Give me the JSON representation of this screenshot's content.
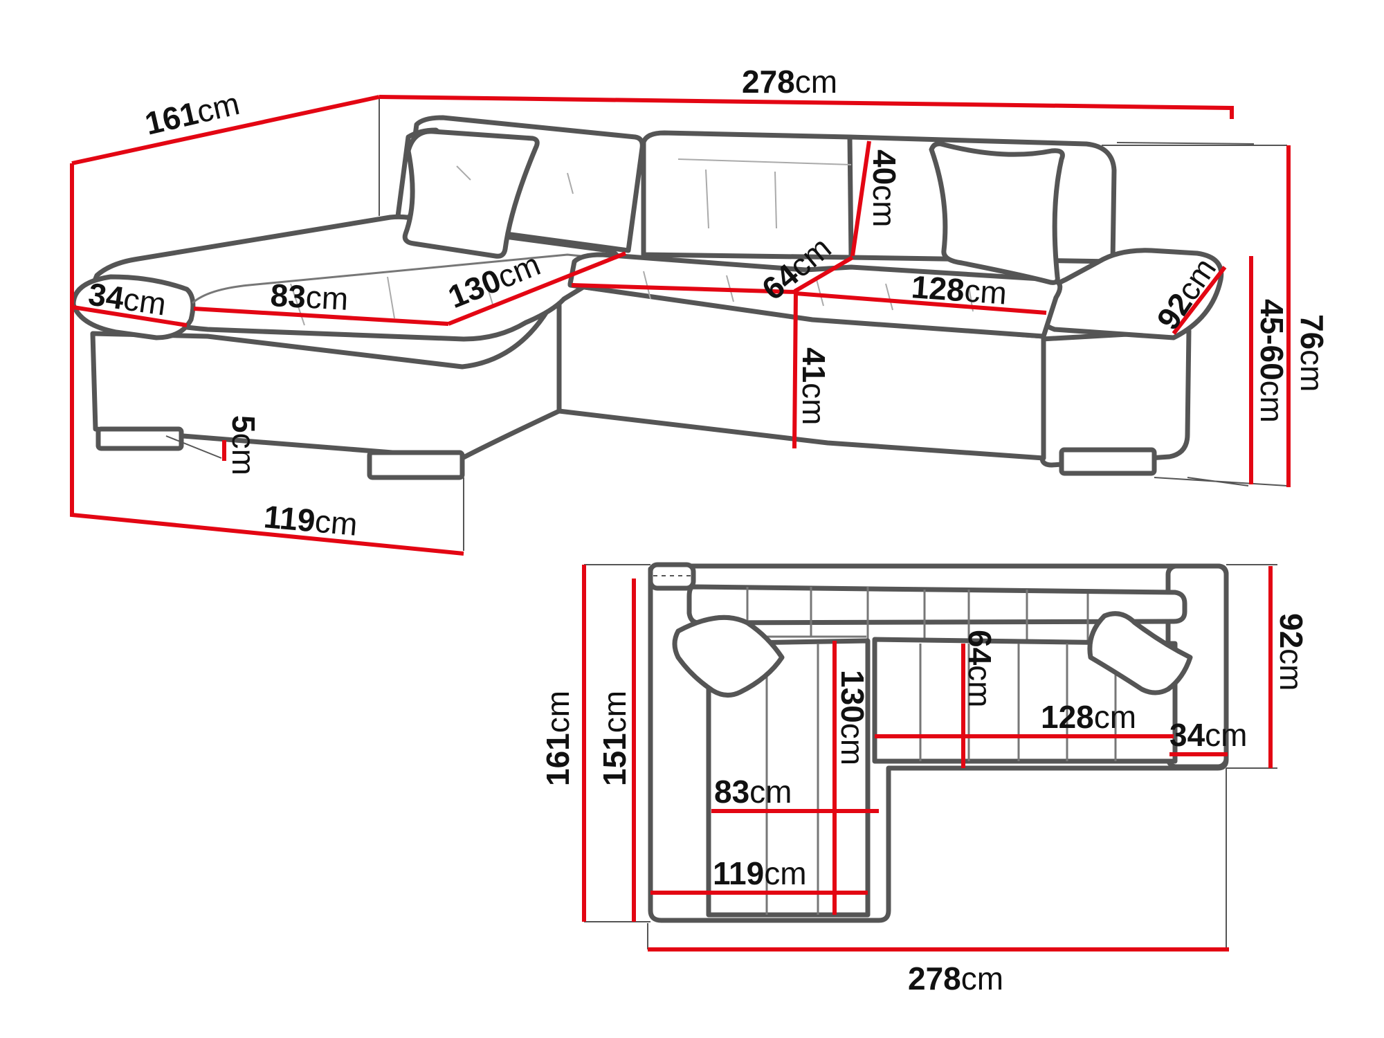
{
  "unit": "cm",
  "colors": {
    "dimension_line": "#e30613",
    "sofa_outline": "#555555",
    "text": "#111111"
  },
  "perspective_view": {
    "labels": [
      {
        "id": "width-total",
        "value": "278"
      },
      {
        "id": "depth-total",
        "value": "161"
      },
      {
        "id": "backrest-height",
        "value": "40"
      },
      {
        "id": "armrest-width-left",
        "value": "34"
      },
      {
        "id": "chaise-seat-width",
        "value": "83"
      },
      {
        "id": "chaise-seat-length",
        "value": "130"
      },
      {
        "id": "seat-depth",
        "value": "64"
      },
      {
        "id": "seat-width",
        "value": "128"
      },
      {
        "id": "armrest-depth",
        "value": "92"
      },
      {
        "id": "seat-height",
        "value": "41"
      },
      {
        "id": "leg-height",
        "value": "5"
      },
      {
        "id": "chaise-width",
        "value": "119"
      },
      {
        "id": "armrest-height",
        "value": "45-60"
      },
      {
        "id": "total-height",
        "value": "76"
      }
    ]
  },
  "top_view": {
    "labels": [
      {
        "id": "depth-total",
        "value": "161"
      },
      {
        "id": "chaise-inner-length",
        "value": "151"
      },
      {
        "id": "chaise-seat-length",
        "value": "130"
      },
      {
        "id": "seat-depth",
        "value": "64"
      },
      {
        "id": "armrest-depth",
        "value": "92"
      },
      {
        "id": "seat-width",
        "value": "128"
      },
      {
        "id": "armrest-width",
        "value": "34"
      },
      {
        "id": "chaise-seat-width",
        "value": "83"
      },
      {
        "id": "chaise-width",
        "value": "119"
      },
      {
        "id": "width-total",
        "value": "278"
      }
    ]
  }
}
